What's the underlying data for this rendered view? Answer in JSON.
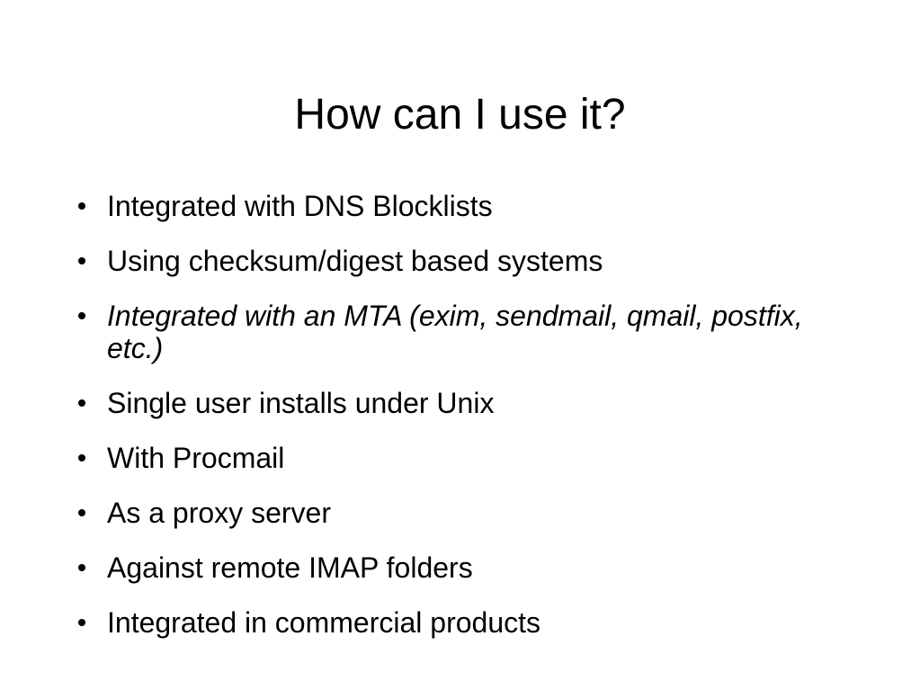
{
  "slide": {
    "title": "How can I use it?",
    "bullets": [
      {
        "text": "Integrated with DNS Blocklists",
        "italic": false
      },
      {
        "text": "Using checksum/digest based systems",
        "italic": false
      },
      {
        "text": "Integrated with an MTA (exim, sendmail, qmail, postfix, etc.)",
        "italic": true
      },
      {
        "text": "Single user installs under Unix",
        "italic": false
      },
      {
        "text": "With Procmail",
        "italic": false
      },
      {
        "text": "As a proxy server",
        "italic": false
      },
      {
        "text": "Against remote IMAP folders",
        "italic": false
      },
      {
        "text": "Integrated in commercial products",
        "italic": false
      }
    ]
  }
}
